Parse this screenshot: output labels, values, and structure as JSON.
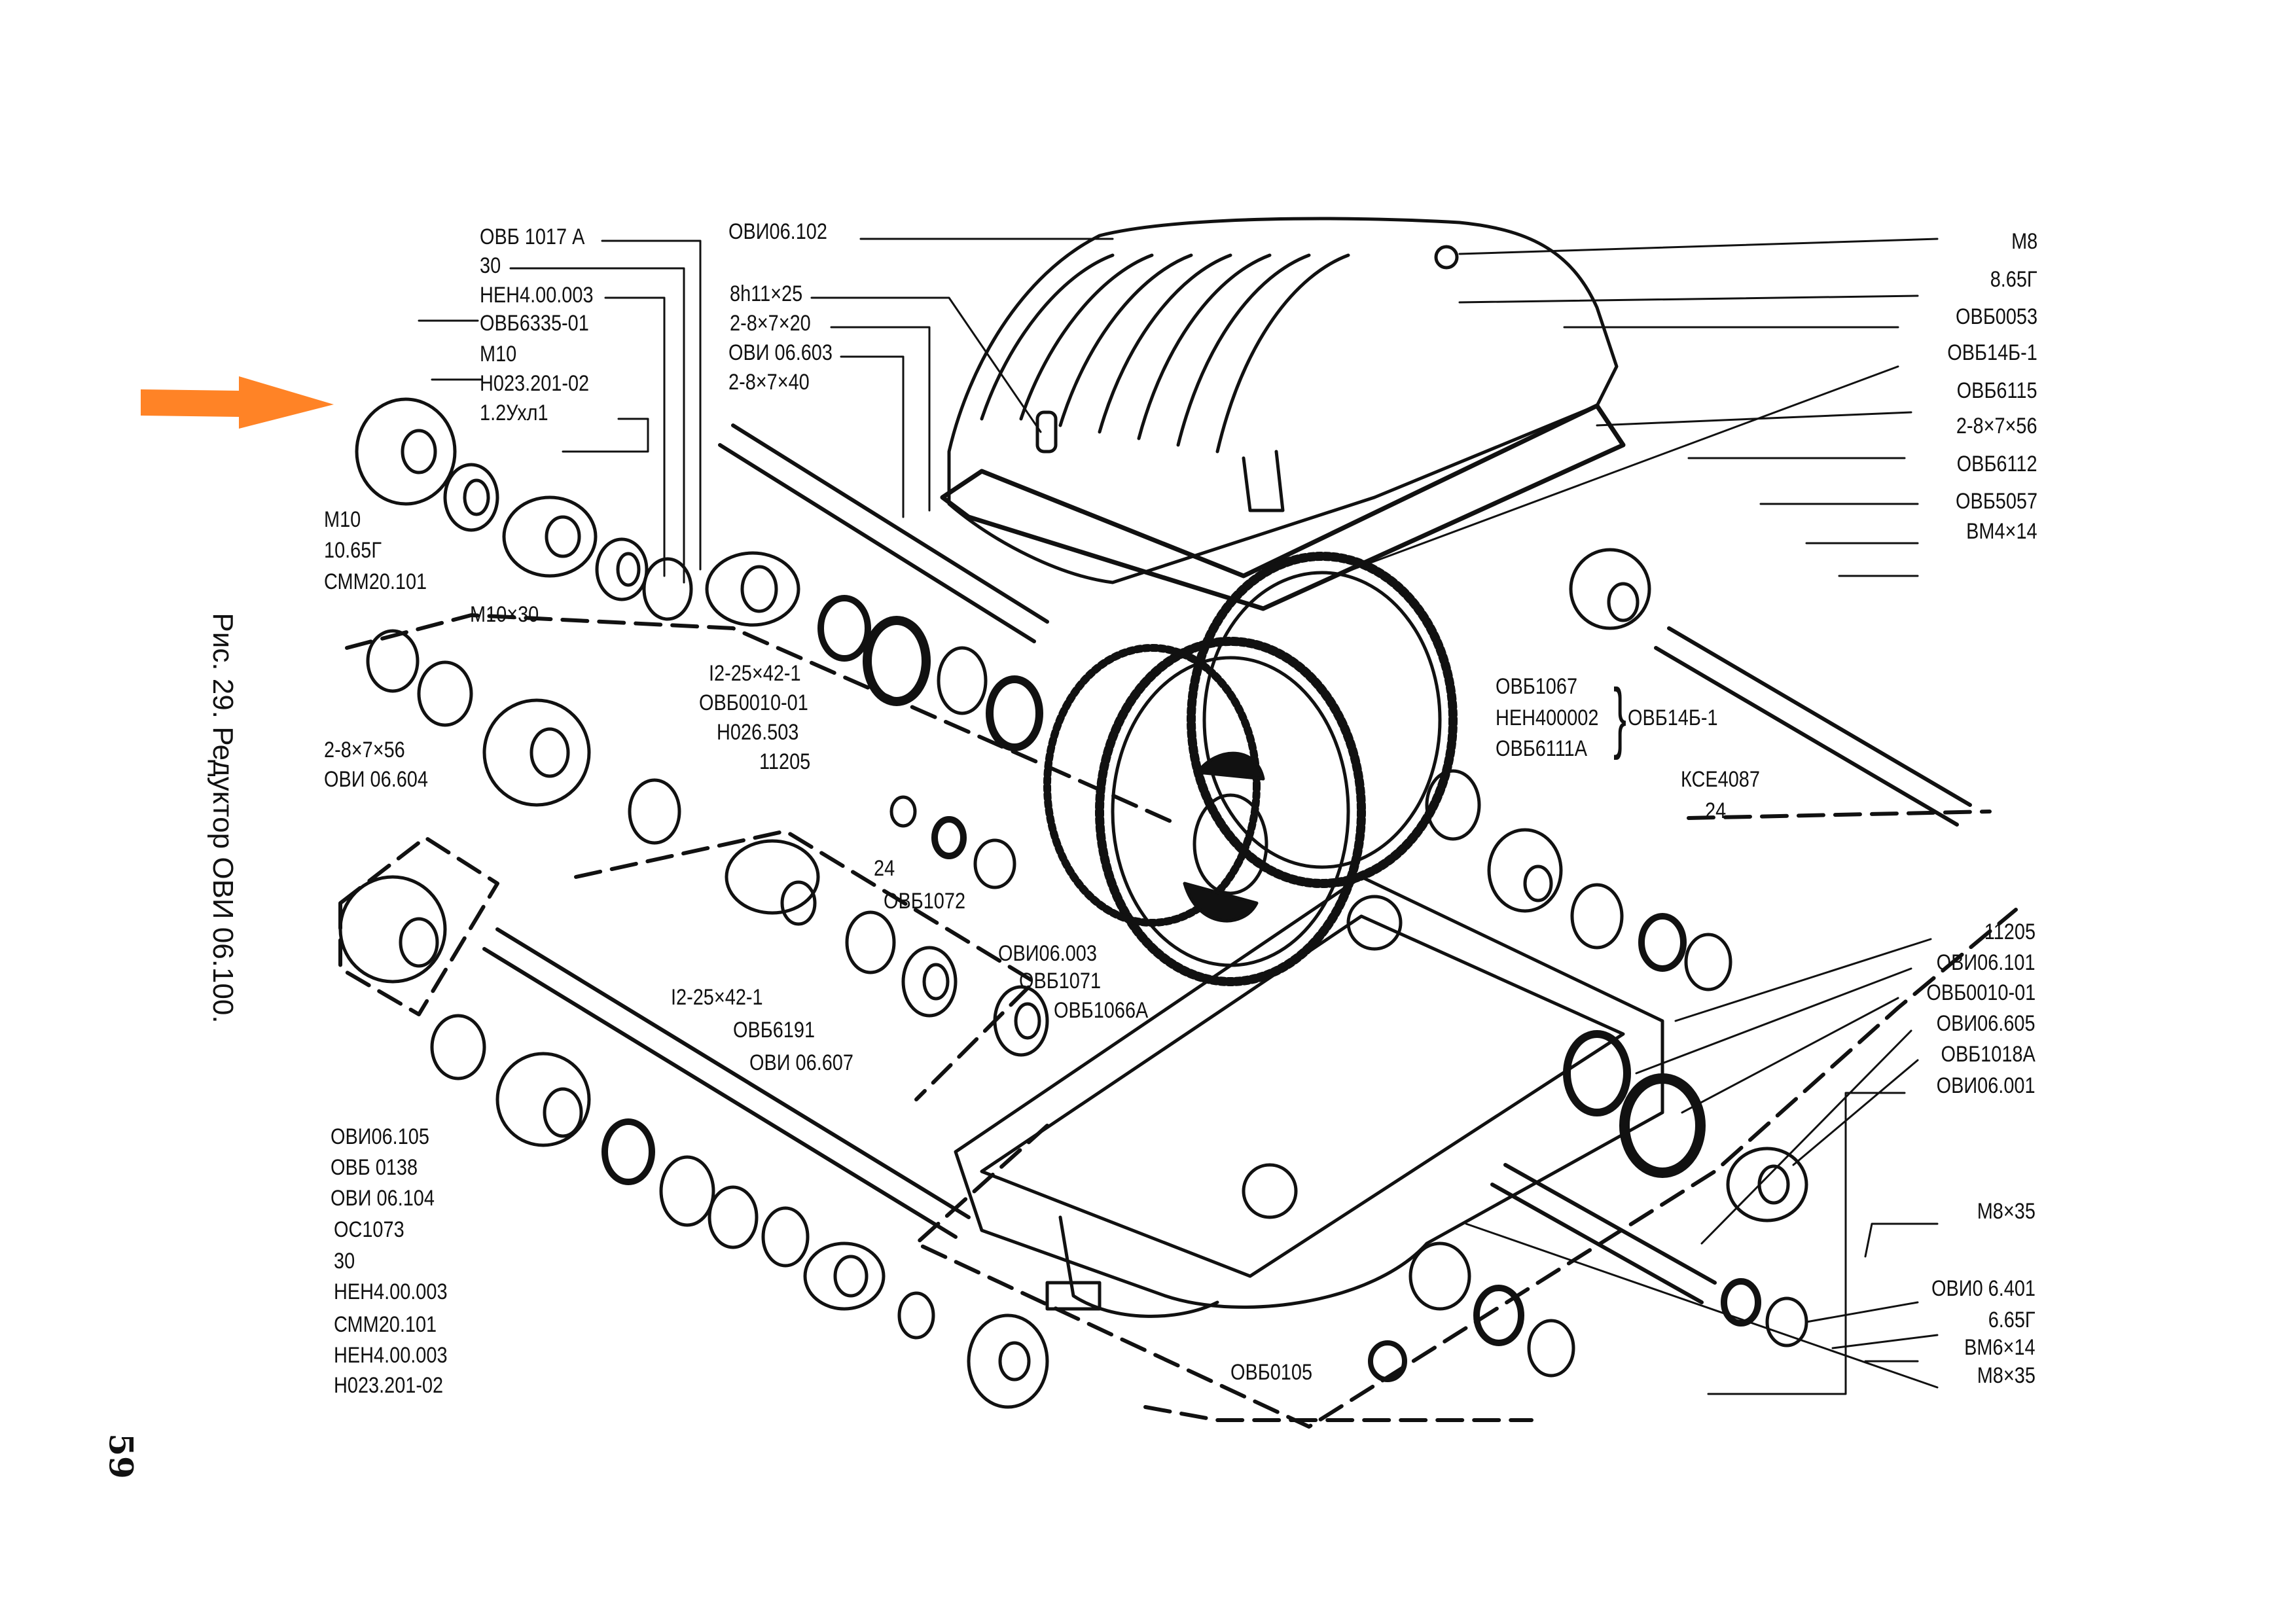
{
  "figure": {
    "caption": "Рис. 29. Редуктор ОВИ 06.100.",
    "page_number": "59",
    "highlight_arrow": {
      "color": "#FF8326",
      "direction": "right",
      "points_to": "Н023.201-02"
    }
  },
  "labels_top_left": [
    "ОВБ 1017 А",
    "30",
    "НЕН4.00.003",
    "ОВБ6335-01",
    "М10",
    "Н023.201-02",
    "1.2Ухл1"
  ],
  "labels_left_mid": [
    "М10",
    "10.65Г",
    "СММ20.101",
    "М10×30"
  ],
  "labels_top_center": [
    "ОВИ06.102",
    "8h11×25",
    "2-8×7×20",
    "ОВИ 06.603",
    "2-8×7×40"
  ],
  "labels_center_bearing": [
    "I2-25×42-1",
    "ОВБ0010-01",
    "Н026.503",
    "11205"
  ],
  "labels_left_shaft": [
    "2-8×7×56",
    "ОВИ 06.604"
  ],
  "labels_center_lower": [
    "24",
    "ОВБ1072",
    "I2-25×42-1",
    "ОВБ6191",
    "ОВИ 06.607",
    "ОВИ06.003",
    "ОВБ1071",
    "ОВБ1066А"
  ],
  "labels_bottom_left": [
    "ОВИ06.105",
    "ОВБ 0138",
    "ОВИ 06.104",
    "ОС1073",
    "30",
    "НЕН4.00.003",
    "СММ20.101",
    "НЕН4.00.003",
    "Н023.201-02"
  ],
  "labels_bottom_center": [
    "ОВБ0105"
  ],
  "labels_right_top": [
    "М8",
    "8.65Г",
    "ОВБ0053",
    "ОВБ14Б-1",
    "ОВБ6115",
    "2-8×7×56",
    "ОВБ6112",
    "ОВБ5057",
    "ВМ4×14"
  ],
  "labels_right_group": {
    "items": [
      "ОВБ1067",
      "НЕН400002",
      "ОВБ6111А"
    ],
    "assembly": "ОВБ14Б-1"
  },
  "labels_right_mid": [
    "КСЕ4087",
    "24"
  ],
  "labels_right_bottom": [
    "11205",
    "ОВИ06.101",
    "ОВБ0010-01",
    "ОВИ06.605",
    "ОВБ1018А",
    "ОВИ06.001",
    "М8×35",
    "ОВИ0 6.401",
    "6.65Г",
    "ВМ6×14",
    "М8×35"
  ]
}
